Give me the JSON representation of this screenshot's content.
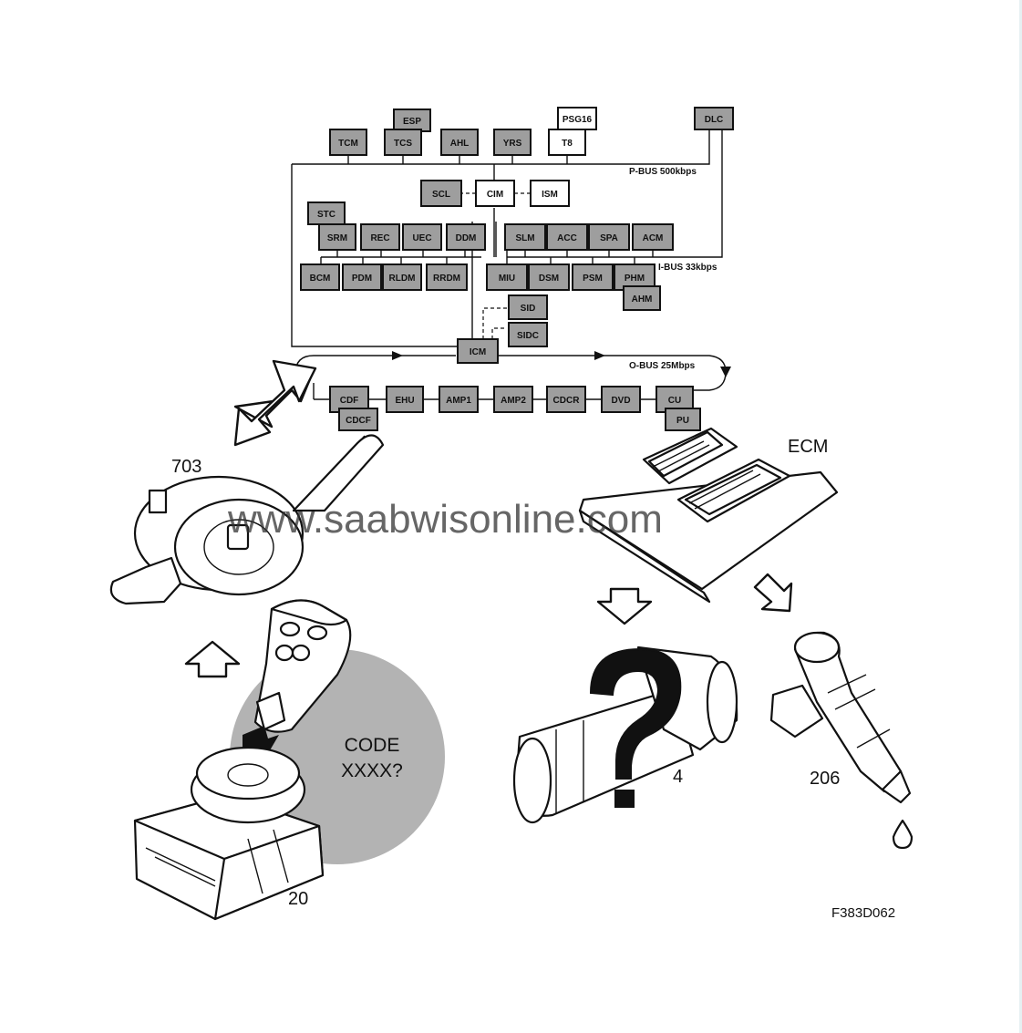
{
  "buses": {
    "p_bus": "P-BUS 500kbps",
    "i_bus": "I-BUS 33kbps",
    "o_bus": "O-BUS 25Mbps"
  },
  "modules": {
    "tcm": "TCM",
    "esp": "ESP",
    "tcs": "TCS",
    "ahl": "AHL",
    "yrs": "YRS",
    "psg16": "PSG16",
    "t8": "T8",
    "dlc": "DLC",
    "scl": "SCL",
    "cim": "CIM",
    "ism": "ISM",
    "stc": "STC",
    "srm": "SRM",
    "rec": "REC",
    "uec": "UEC",
    "ddm": "DDM",
    "slm": "SLM",
    "acc": "ACC",
    "spa": "SPA",
    "acm": "ACM",
    "bcm": "BCM",
    "pdm": "PDM",
    "rldm": "RLDM",
    "rrdm": "RRDM",
    "miu": "MIU",
    "dsm": "DSM",
    "psm": "PSM",
    "phm": "PHM",
    "ahm": "AHM",
    "sid": "SID",
    "sidc": "SIDC",
    "icm": "ICM",
    "cdf": "CDF",
    "cdcf": "CDCF",
    "ehu": "EHU",
    "amp1": "AMP1",
    "amp2": "AMP2",
    "cdcr": "CDCR",
    "dvd": "DVD",
    "cu": "CU",
    "pu": "PU"
  },
  "callouts": {
    "ecm": "ECM",
    "c703": "703",
    "c20": "20",
    "c4": "4",
    "c206": "206"
  },
  "code_bubble": {
    "line1": "CODE",
    "line2": "XXXX?"
  },
  "watermark": "www.saabwisonline.com",
  "figure_id": "F383D062",
  "colors": {
    "module_fill": "#9e9e9e",
    "bubble_fill": "#b3b3b3",
    "line": "#111111"
  }
}
